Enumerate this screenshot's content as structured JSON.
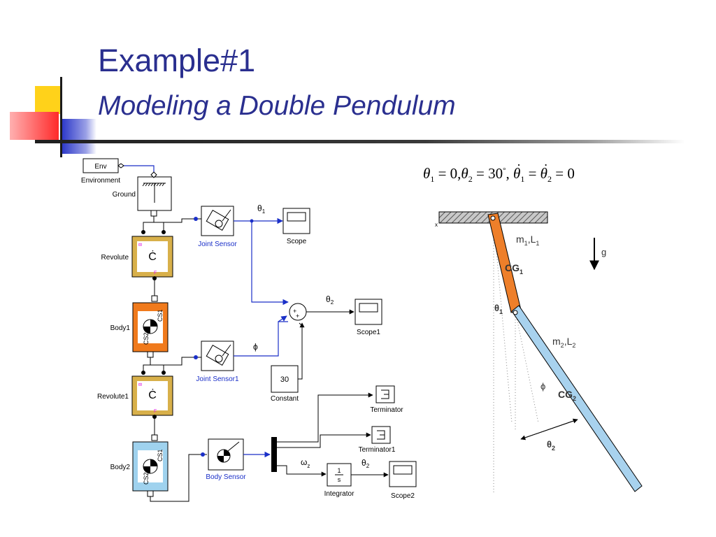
{
  "slide": {
    "title": "Example#1",
    "subtitle": "Modeling a Double Pendulum"
  },
  "diagram": {
    "blocks": {
      "env": "Env",
      "environment": "Environment",
      "ground": "Ground",
      "revolute": "Revolute",
      "body1": "Body1",
      "revolute1": "Revolute1",
      "body2": "Body2",
      "joint_sensor": "Joint Sensor",
      "joint_sensor1": "Joint Sensor1",
      "body_sensor": "Body Sensor",
      "scope": "Scope",
      "scope1": "Scope1",
      "scope2": "Scope2",
      "constant": "Constant",
      "constant_value": "30",
      "terminator": "Terminator",
      "terminator1": "Terminator1",
      "integrator": "Integrator",
      "integrator_top": "1",
      "integrator_bottom": "s",
      "cs1": "CS1",
      "cs2": "CS2",
      "port_b": "B",
      "port_f": "F"
    },
    "signals": {
      "theta1": "θ",
      "theta1_sub": "1",
      "theta2": "θ",
      "theta2_sub": "2",
      "phi": "ϕ",
      "omega_z": "ω",
      "omega_sub": "z",
      "theta2_out": "θ",
      "theta2_out_sub": "2",
      "sum_plus": "+"
    }
  },
  "equation": {
    "t1": "θ",
    "s1": "1",
    "eq1": " = 0,",
    "t2": "θ",
    "s2": "2",
    "eq2": " = 30",
    "deg": "°",
    "comma": ",",
    "t3": "θ",
    "s3": "1",
    "eq3": " = ",
    "t4": "θ",
    "s4": "2",
    "eq4": " = 0"
  },
  "pendulum": {
    "m1": "m",
    "m1_sub": "1",
    "sep1": ",L",
    "l1_sub": "1",
    "m2": "m",
    "m2_sub": "2",
    "sep2": ",L",
    "l2_sub": "2",
    "g": "g",
    "cg1": "CG",
    "cg1_sub": "1",
    "cg2": "CG",
    "cg2_sub": "2",
    "theta1": "θ",
    "theta1_sub": "1",
    "theta2": "θ",
    "theta2_sub": "2",
    "phi": "ϕ"
  },
  "colors": {
    "title": "#2a2f8f",
    "revolute_border": "#c9a23c",
    "revolute_fill": "#fff8e0",
    "body1": "#f07a1c",
    "body2": "#9fd2ee",
    "signal": "#1a2fc8",
    "link1": "#ee7f2a",
    "link2": "#a8d2ee"
  }
}
